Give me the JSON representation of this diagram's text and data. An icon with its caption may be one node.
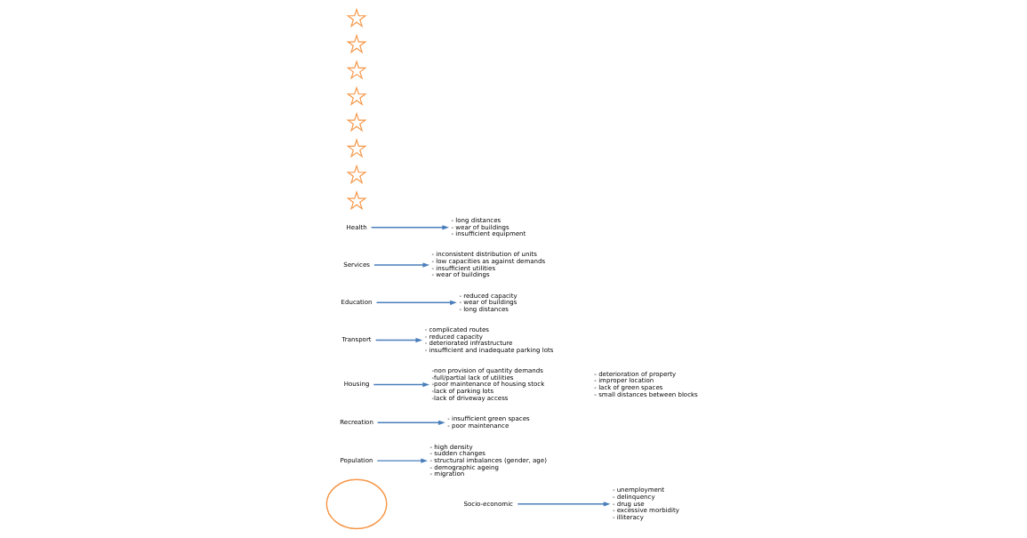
{
  "diagram": {
    "nodes": [
      {
        "text": [
          "- unemployment",
          "- delinquency",
          "- drug use",
          "- excessive morbidity",
          "- illiteracy"
        ]
      },
      {
        "text": [
          "- high density",
          "- sudden changes",
          "- structural imbalances (gender, age)",
          "- demographic ageing",
          "- migration"
        ]
      },
      {
        "text": [
          "- insufficient green spaces",
          "- poor maintenance"
        ]
      },
      {
        "text": [
          "Population"
        ]
      },
      {
        "text": [
          "Recreation"
        ]
      },
      {
        "text": [
          "Housing"
        ]
      },
      {
        "text": [
          "-non provision of quantity demands",
          "-full/partial lack of utilities",
          "-poor maintenance of housing stock",
          "-lack of parking lots",
          "-lack of driveway access"
        ]
      },
      {
        "text": [
          "Transport"
        ]
      },
      {
        "text": [
          "- complicated routes",
          "- reduced capacity",
          "- deteriorated infrastructure",
          "- insufficient and inadequate parking lots"
        ]
      },
      {
        "text": [
          "Socio-economic"
        ]
      },
      {
        "text": [
          "Education"
        ]
      },
      {
        "text": [
          "Services"
        ]
      },
      {
        "text": [
          "Health"
        ]
      },
      {
        "text": [
          "- reduced capacity",
          "- wear of buildings",
          "- long distances"
        ]
      },
      {
        "text": [
          "- long distances",
          "- wear of buildings",
          "- insufficient equipment"
        ]
      },
      {
        "text": [
          "- inconsistent distribution of units",
          "- low capacities as against demands",
          "- insufficient utilities",
          "- wear of buildings"
        ]
      },
      {
        "text": [],
        "shape": "circle"
      },
      {
        "text": [],
        "shape": "star"
      },
      {
        "text": [],
        "shape": "star"
      },
      {
        "text": [],
        "shape": "star"
      },
      {
        "text": [],
        "shape": "star"
      },
      {
        "text": [],
        "shape": "star"
      },
      {
        "text": [],
        "shape": "star"
      },
      {
        "text": [],
        "shape": "star"
      },
      {
        "text": [],
        "shape": "star"
      }
    ],
    "edges": [
      {
        "from": 9,
        "to": 0,
        "arrow": "to"
      },
      {
        "from": 3,
        "to": 1,
        "arrow": "to"
      },
      {
        "from": 4,
        "to": 2,
        "arrow": "to"
      },
      {
        "from": 5,
        "to": 6,
        "arrow": "to"
      },
      {
        "from": 7,
        "to": 8,
        "arrow": "to"
      },
      {
        "from": 10,
        "to": 13,
        "arrow": "to"
      },
      {
        "from": 12,
        "to": 14,
        "arrow": "to"
      },
      {
        "from": 11,
        "to": 15,
        "arrow": "to"
      }
    ],
    "labels": [
      "- deterioration of property",
      "- improper location",
      "- lack of green spaces",
      "- small distances between blocks"
    ]
  }
}
